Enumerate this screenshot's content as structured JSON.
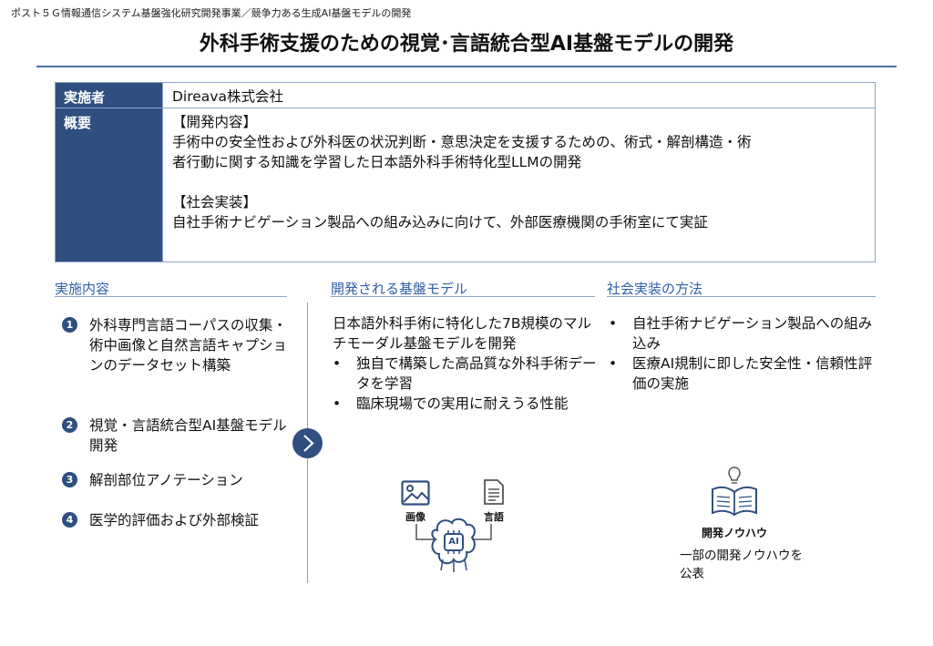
{
  "header": {
    "caption": "ポスト５Ｇ情報通信システム基盤強化研究開発事業／競争力ある生成AI基盤モデルの開発",
    "title": "外科手術支援のための視覚･言語統合型AI基盤モデルの開発"
  },
  "info": {
    "implementer_label": "実施者",
    "implementer_value": "Direava株式会社",
    "overview_label": "概要",
    "dev_heading": "【開発内容】",
    "dev_line1": "手術中の安全性および外科医の状況判断・意思決定を支援するための、術式・解剖構造・術",
    "dev_line2": "者行動に関する知識を学習した日本語外科手術特化型LLMの開発",
    "social_heading": "【社会実装】",
    "social_line1": "自社手術ナビゲーション製品への組み込みに向けて、外部医療機関の手術室にて実証"
  },
  "sections": {
    "col1_title": "実施内容",
    "col2_title": "開発される基盤モデル",
    "col3_title": "社会実装の方法"
  },
  "steps": [
    {
      "num": "1",
      "text": "外科専門言語コーパスの収集・術中画像と自然言語キャプションのデータセット構築"
    },
    {
      "num": "2",
      "text": "視覚・言語統合型AI基盤モデル開発"
    },
    {
      "num": "3",
      "text": "解剖部位アノテーション"
    },
    {
      "num": "4",
      "text": "医学的評価および外部検証"
    }
  ],
  "model": {
    "intro": "日本語外科手術に特化した7B規模のマルチモーダル基盤モデルを開発",
    "bullets": [
      "独自で構築した高品質な外科手術データを学習",
      "臨床現場での実用に耐えうる性能"
    ],
    "image_label": "画像",
    "language_label": "言語",
    "ai_chip_label": "AI"
  },
  "social": {
    "bullets": [
      "自社手術ナビゲーション製品への組み込み",
      "医療AI規制に即した安全性・信頼性評価の実施"
    ],
    "knowhow_label": "開発ノウハウ",
    "knowhow_desc": "一部の開発ノウハウを公表"
  },
  "bullet_char": "•",
  "colors": {
    "navy": "#2f4f80",
    "accent_blue": "#2d5fa8",
    "rule": "#8ea4c8"
  },
  "icons": [
    "image-icon",
    "document-icon",
    "ai-brain-icon",
    "book-lightbulb-icon",
    "chevron-right-icon"
  ]
}
